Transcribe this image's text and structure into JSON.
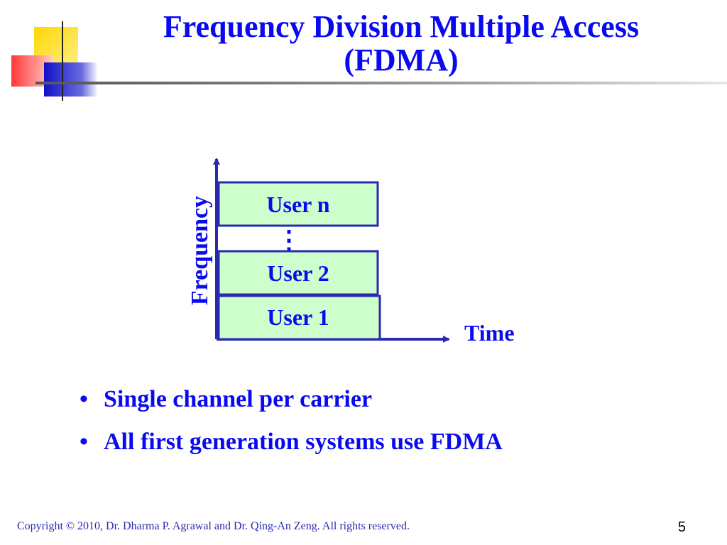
{
  "slide": {
    "title_line1": "Frequency Division Multiple Access",
    "title_line2": "(FDMA)"
  },
  "diagram": {
    "y_axis_label": "Frequency",
    "x_axis_label": "Time",
    "channels": [
      {
        "label": "User n"
      },
      {
        "label": "User 2"
      },
      {
        "label": "User 1"
      }
    ],
    "ellipsis": "⋮"
  },
  "bullets": [
    {
      "text": "Single channel per carrier"
    },
    {
      "text": "All first generation systems use FDMA"
    }
  ],
  "footer": {
    "copyright": "Copyright © 2010, Dr. Dharma P. Agrawal and Dr. Qing-An Zeng. All rights reserved.",
    "page_number": "5"
  },
  "colors": {
    "title": "#0a0af0",
    "channel_fill": "#ccffcc",
    "channel_stroke": "#2a2ab0",
    "axis": "#2a2ab0"
  }
}
